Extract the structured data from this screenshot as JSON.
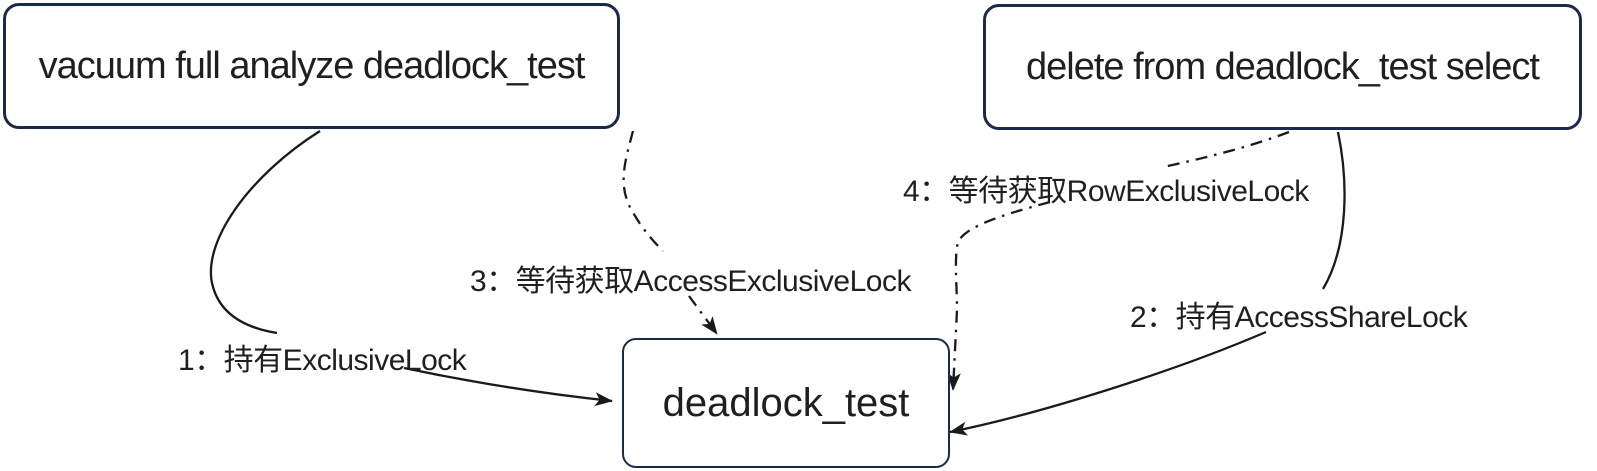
{
  "diagram": {
    "background_color": "#ffffff",
    "node_border_color": "#1b2a4a",
    "line_color": "#1a1a1a",
    "text_color": "#1f1f1f",
    "nodes": [
      {
        "id": "vacuum-session",
        "label": "vacuum full analyze deadlock_test",
        "shape": "rounded-rect"
      },
      {
        "id": "delete-session",
        "label": "delete from deadlock_test select",
        "shape": "rounded-rect"
      },
      {
        "id": "deadlock-table",
        "label": "deadlock_test",
        "shape": "rounded-rect"
      }
    ],
    "edges": [
      {
        "id": "1",
        "label": "1：持有ExclusiveLock",
        "from": "vacuum-session",
        "to": "deadlock-table",
        "line_style": "solid",
        "arrowhead": "filled-triangle"
      },
      {
        "id": "2",
        "label": "2：持有AccessShareLock",
        "from": "delete-session",
        "to": "deadlock-table",
        "line_style": "solid",
        "arrowhead": "filled-triangle"
      },
      {
        "id": "3",
        "label": "3：等待获取AccessExclusiveLock",
        "from": "vacuum-session",
        "to": "deadlock-table",
        "line_style": "dash-dot",
        "arrowhead": "filled-triangle"
      },
      {
        "id": "4",
        "label": "4：等待获取RowExclusiveLock",
        "from": "delete-session",
        "to": "deadlock-table",
        "line_style": "dash-dot",
        "arrowhead": "filled-triangle"
      }
    ]
  }
}
